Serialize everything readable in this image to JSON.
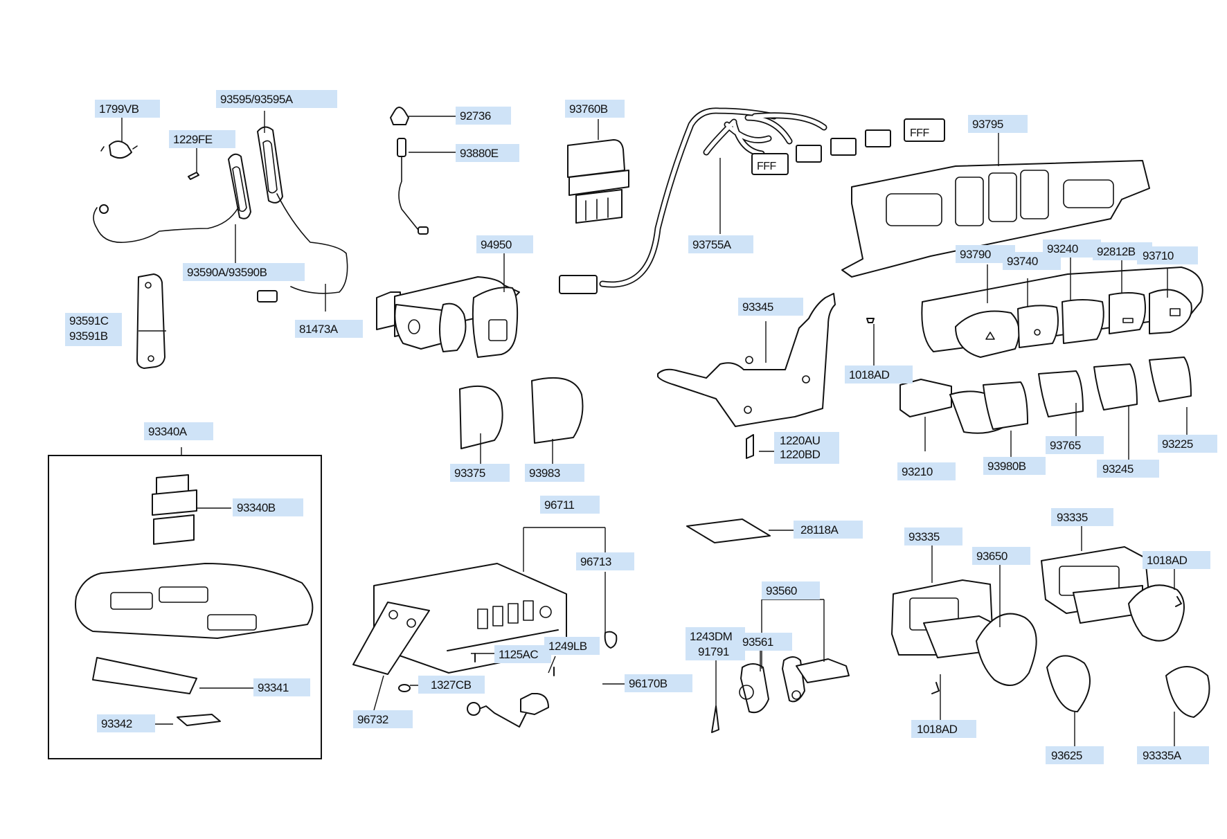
{
  "parts": {
    "p1799VB": "1799VB",
    "p93595": "93595/93595A",
    "p1229FE": "1229FE",
    "p93590": "93590A/93590B",
    "p81473A": "81473A",
    "p93591C": "93591C",
    "p93591B": "93591B",
    "p92736": "92736",
    "p93880E": "93880E",
    "p93760B": "93760B",
    "p94950": "94950",
    "p93755A": "93755A",
    "p93795": "93795",
    "p93790": "93790",
    "p93740": "93740",
    "p93240": "93240",
    "p92812B": "92812B",
    "p93710": "93710",
    "p93345": "93345",
    "p1018AD_a": "1018AD",
    "p93375": "93375",
    "p93983": "93983",
    "p1220AU": "1220AU",
    "p1220BD": "1220BD",
    "p93210": "93210",
    "p93980B": "93980B",
    "p93765": "93765",
    "p93245": "93245",
    "p93225": "93225",
    "p93340A": "93340A",
    "p93340B": "93340B",
    "p93341": "93341",
    "p93342": "93342",
    "p96711": "96711",
    "p96713": "96713",
    "p1249LB": "1249LB",
    "p1125AC": "1125AC",
    "p1327CB": "1327CB",
    "p96170B": "96170B",
    "p96732": "96732",
    "p28118A": "28118A",
    "p93560": "93560",
    "p1243DM": "1243DM",
    "p91791": "91791",
    "p93561": "93561",
    "p93335_a": "93335",
    "p93650": "93650",
    "p93335_b": "93335",
    "p1018AD_b": "1018AD",
    "p1018AD_c": "1018AD",
    "p93625": "93625",
    "p93335A": "93335A"
  },
  "colors": {
    "label_background": "#cfe3f7",
    "line": "#111111"
  }
}
